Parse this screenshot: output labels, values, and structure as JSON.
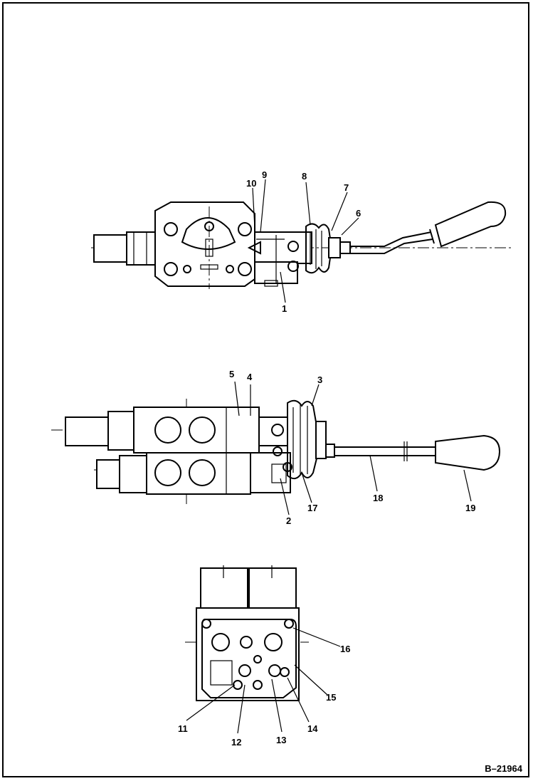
{
  "figure_ref": "B–21964",
  "callouts": [
    {
      "id": "c1",
      "label": "1"
    },
    {
      "id": "c2",
      "label": "2"
    },
    {
      "id": "c3",
      "label": "3"
    },
    {
      "id": "c4",
      "label": "4"
    },
    {
      "id": "c5",
      "label": "5"
    },
    {
      "id": "c6",
      "label": "6"
    },
    {
      "id": "c7",
      "label": "7"
    },
    {
      "id": "c8",
      "label": "8"
    },
    {
      "id": "c9",
      "label": "9"
    },
    {
      "id": "c10",
      "label": "10"
    },
    {
      "id": "c11",
      "label": "11"
    },
    {
      "id": "c12",
      "label": "12"
    },
    {
      "id": "c13",
      "label": "13"
    },
    {
      "id": "c14",
      "label": "14"
    },
    {
      "id": "c15",
      "label": "15"
    },
    {
      "id": "c16",
      "label": "16"
    },
    {
      "id": "c17",
      "label": "17"
    },
    {
      "id": "c18",
      "label": "18"
    },
    {
      "id": "c19",
      "label": "19"
    }
  ]
}
